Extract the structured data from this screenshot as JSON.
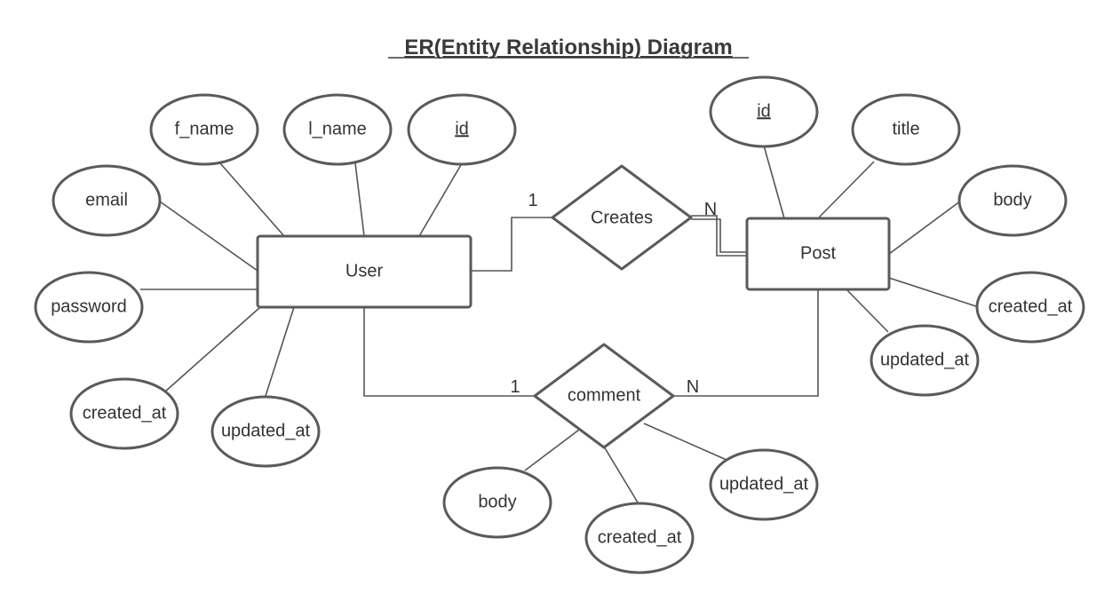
{
  "title": "ER(Entity Relationship) Diagram",
  "entities": {
    "user": "User",
    "post": "Post"
  },
  "relationships": {
    "creates": "Creates",
    "comment": "comment"
  },
  "attributes": {
    "user_f_name": "f_name",
    "user_l_name": "l_name",
    "user_id": "id",
    "user_email": "email",
    "user_password": "password",
    "user_created_at": "created_at",
    "user_updated_at": "updated_at",
    "post_id": "id",
    "post_title": "title",
    "post_body": "body",
    "post_created_at": "created_at",
    "post_updated_at": "updated_at",
    "comment_body": "body",
    "comment_created_at": "created_at",
    "comment_updated_at": "updated_at"
  },
  "cardinality": {
    "user_creates": "1",
    "post_creates": "N",
    "user_comment": "1",
    "post_comment": "N"
  }
}
